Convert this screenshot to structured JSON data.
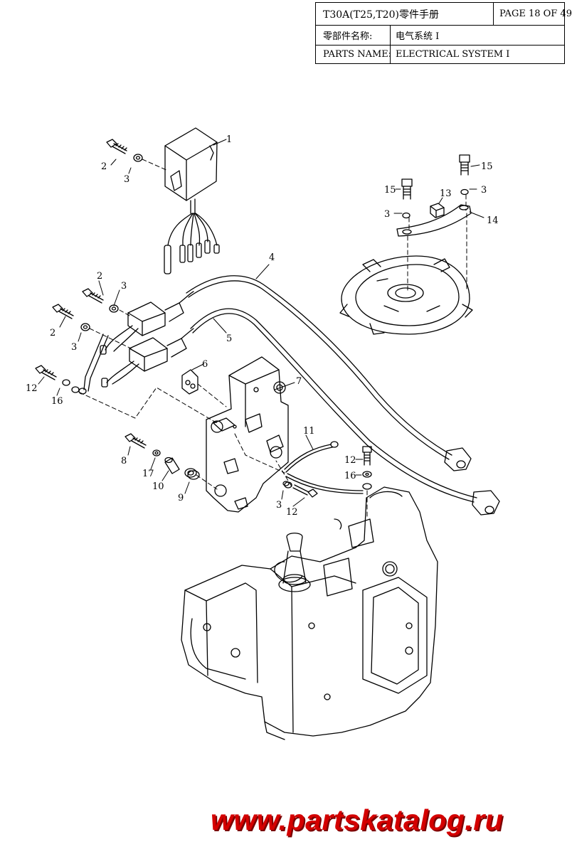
{
  "title_block": {
    "doc_title": "T30A(T25,T20)零件手册",
    "page_label": "PAGE 18 OF 49",
    "name_cn_label": "零部件名称:",
    "name_cn_value": "电气系统 I",
    "name_en_label": "PARTS NAME:",
    "name_en_value": "ELECTRICAL SYSTEM  I"
  },
  "callouts": [
    "1",
    "2",
    "3",
    "4",
    "2",
    "3",
    "2",
    "3",
    "5",
    "6",
    "7",
    "12",
    "16",
    "15",
    "15",
    "13",
    "3",
    "3",
    "14",
    "11",
    "12",
    "16",
    "8",
    "17",
    "10",
    "9",
    "3",
    "12"
  ],
  "watermark": "www.partskatalog.ru",
  "colors": {
    "line": "#000000",
    "watermark": "#d40000"
  }
}
